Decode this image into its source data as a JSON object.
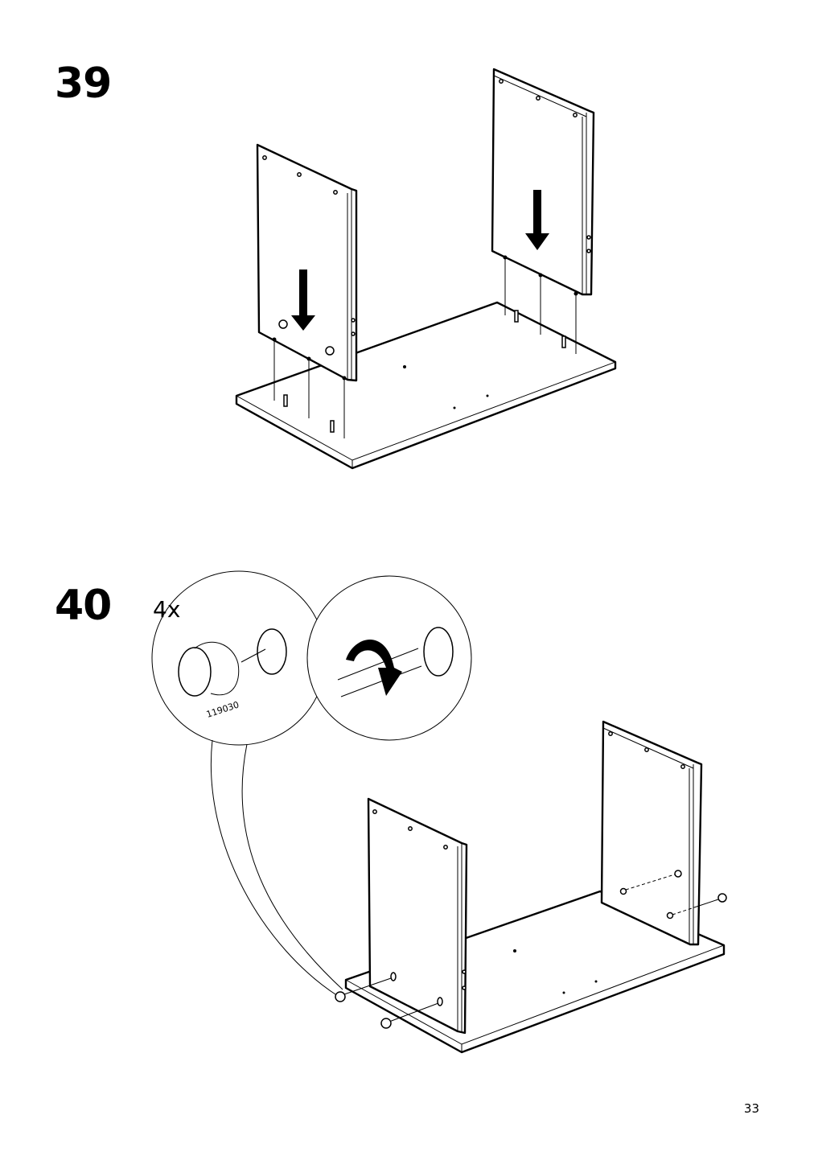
{
  "steps": {
    "step_39": "39",
    "step_40": "40"
  },
  "detail": {
    "quantity": "4x",
    "part_number": "119030"
  },
  "page_number": "33"
}
